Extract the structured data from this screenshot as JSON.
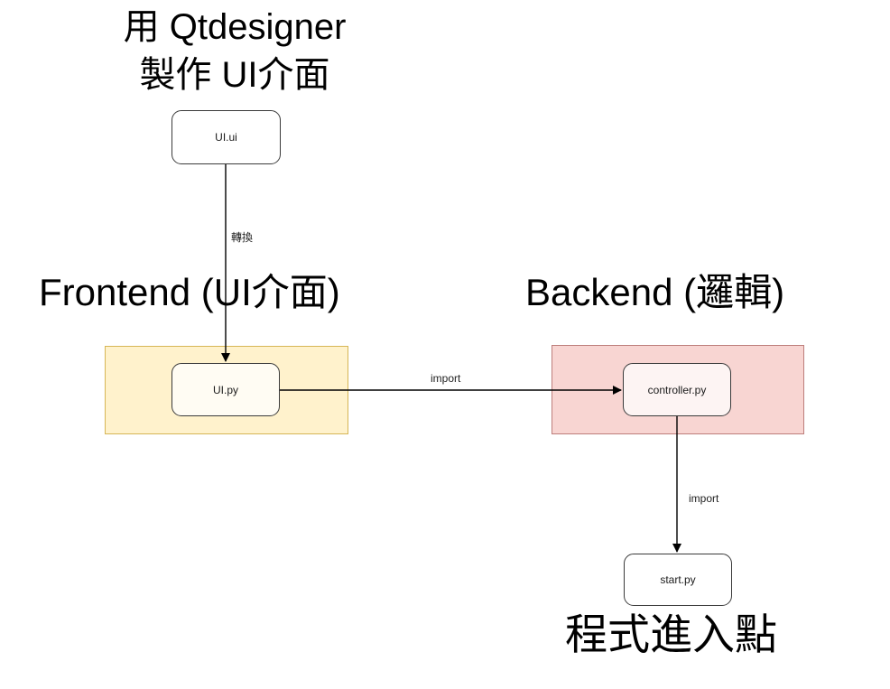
{
  "title": {
    "line1": "用 Qtdesigner",
    "line2": "製作 UI介面"
  },
  "sections": {
    "frontend": {
      "heading": "Frontend (UI介面)",
      "fill_color": "#fff2cc",
      "border_color": "#d6b656"
    },
    "backend": {
      "heading": "Backend (邏輯)",
      "fill_color": "#f8d5d2",
      "border_color": "#bd7e7b"
    }
  },
  "nodes": {
    "ui_ui": {
      "label": "UI.ui"
    },
    "ui_py": {
      "label": "UI.py"
    },
    "controller_py": {
      "label": "controller.py"
    },
    "start_py": {
      "label": "start.py"
    }
  },
  "edges": {
    "convert": {
      "label": "轉換",
      "from": "UI.ui",
      "to": "UI.py"
    },
    "import_ui_controller": {
      "label": "import",
      "from": "UI.py",
      "to": "controller.py"
    },
    "import_controller_start": {
      "label": "import",
      "from": "controller.py",
      "to": "start.py"
    }
  },
  "footer": {
    "caption": "程式進入點"
  }
}
